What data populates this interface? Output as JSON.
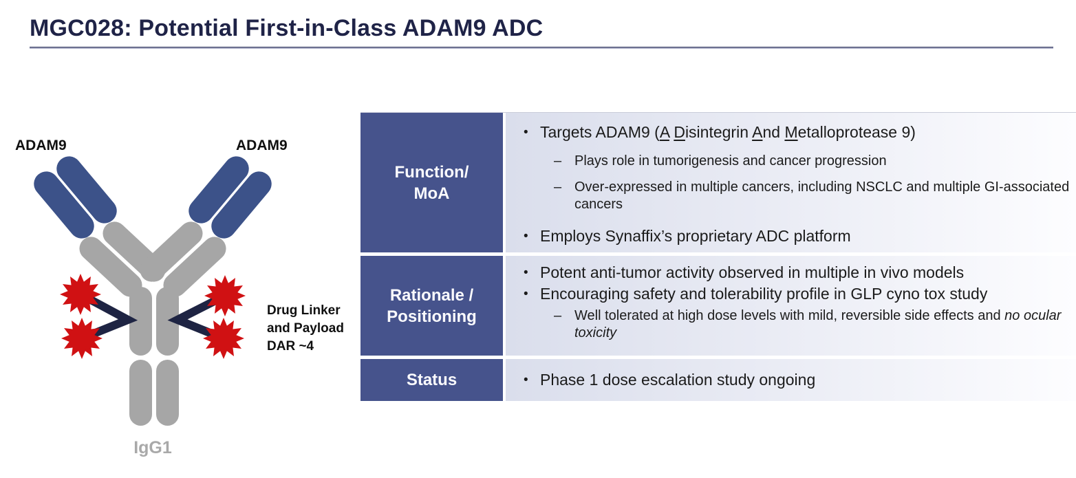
{
  "title": "MGC028: Potential First-in-Class ADAM9 ADC",
  "diagram": {
    "target_label_left": "ADAM9",
    "target_label_right": "ADAM9",
    "payload_label": {
      "line1": "Drug Linker",
      "line2": "and Payload",
      "line3": "DAR ~4"
    },
    "isotype_label": "IgG1",
    "colors": {
      "arm_blue": "#3C5289",
      "body_gray": "#A6A6A6",
      "payload_red": "#D01113",
      "linker_navy": "#1E2443"
    }
  },
  "table": {
    "bullet_char": "•",
    "dash_char": "–",
    "colors": {
      "header_blue": "#46538C",
      "body_gradient_left": "#DADEEC",
      "title_navy": "#1F2347"
    },
    "rows": {
      "function_moa": {
        "header_line1": "Function/",
        "header_line2": "MoA",
        "bullet1": {
          "seg1": "Targets ADAM9 (",
          "u1": "A",
          "seg2": " ",
          "u2": "D",
          "seg3": "isintegrin ",
          "u3": "A",
          "seg4": "nd ",
          "u4": "M",
          "seg5": "etalloprotease 9)"
        },
        "sub1": "Plays role in tumorigenesis and cancer progression",
        "sub2": "Over-expressed in multiple cancers, including NSCLC and multiple GI-associated cancers",
        "bullet2": "Employs Synaffix’s proprietary ADC platform"
      },
      "rationale_positioning": {
        "header_line1": "Rationale /",
        "header_line2": "Positioning",
        "bullet1": "Potent anti-tumor activity observed in multiple in vivo models",
        "bullet2": "Encouraging safety and tolerability profile in GLP cyno tox study",
        "sub1_plain": "Well tolerated at high dose levels with mild, reversible side effects and ",
        "sub1_italic": "no ocular toxicity"
      },
      "status": {
        "header": "Status",
        "bullet1": "Phase 1 dose escalation study ongoing"
      }
    }
  }
}
